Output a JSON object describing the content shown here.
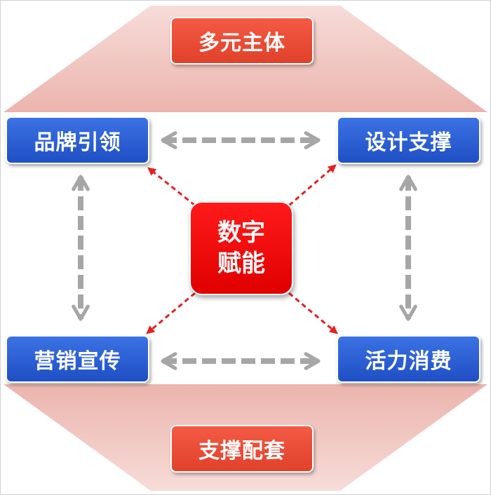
{
  "title_top": "多元主体",
  "title_bottom": "支撑配套",
  "center": {
    "line1": "数字",
    "line2": "赋能"
  },
  "nodes": {
    "top_left": "品牌引领",
    "top_right": "设计支撑",
    "bottom_left": "营销宣传",
    "bottom_right": "活力消费"
  },
  "colors": {
    "node_blue": "#2456d0",
    "header_orange": "#ef5038",
    "center_red": "#f00000",
    "hexagon_pink": "#f2c8c4",
    "arrow_gray": "#a6a6a6",
    "arrow_red": "#e62020"
  }
}
